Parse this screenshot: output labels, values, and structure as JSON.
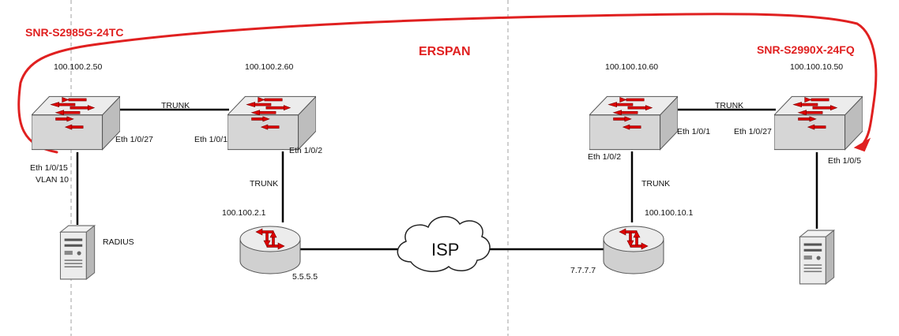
{
  "colors": {
    "accent_red": "#e02020",
    "device_top": "#ececec",
    "device_front": "#d6d6d6",
    "device_side": "#bdbdbd",
    "arrow_red": "#e00000"
  },
  "erspan_label": "ERSPAN",
  "isp_label": "ISP",
  "left_site": {
    "switch_model": "SNR-S2985G-24TC",
    "access_switch": {
      "ip": "100.100.2.50",
      "uplink_port": "Eth 1/0/27",
      "host_port": "Eth 1/0/15",
      "vlan": "VLAN 10",
      "icon": "switch-icon"
    },
    "core_switch": {
      "ip": "100.100.2.60",
      "down_port": "Eth 1/0/1",
      "router_port": "Eth 1/0/2",
      "icon": "switch-icon"
    },
    "trunk_horizontal": "TRUNK",
    "trunk_vertical": "TRUNK",
    "router": {
      "ip": "100.100.2.1",
      "wan_ip": "5.5.5.5",
      "icon": "router-icon"
    },
    "server": {
      "label": "RADIUS",
      "icon": "server-icon"
    }
  },
  "right_site": {
    "switch_model": "SNR-S2990X-24FQ",
    "core_switch": {
      "ip": "100.100.10.60",
      "access_port": "Eth 1/0/1",
      "router_port": "Eth 1/0/2",
      "icon": "switch-icon"
    },
    "access_switch": {
      "ip": "100.100.10.50",
      "uplink_port": "Eth 1/0/27",
      "host_port": "Eth 1/0/5",
      "icon": "switch-icon"
    },
    "trunk_horizontal": "TRUNK",
    "trunk_vertical": "TRUNK",
    "router": {
      "ip": "100.100.10.1",
      "wan_ip": "7.7.7.7",
      "icon": "router-icon"
    },
    "server": {
      "label": "",
      "icon": "server-icon"
    }
  }
}
